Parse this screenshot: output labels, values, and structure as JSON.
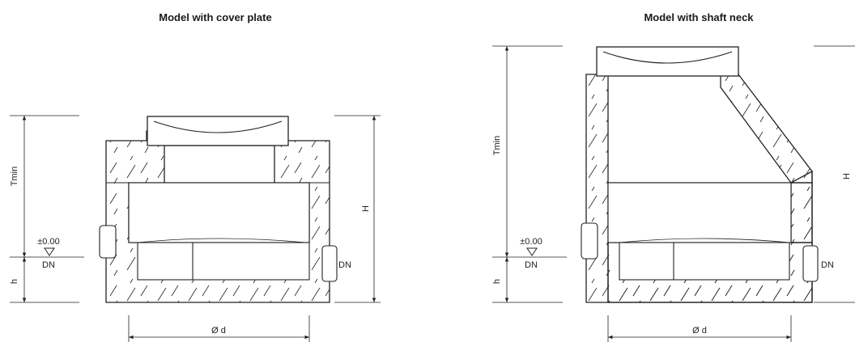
{
  "left": {
    "title": "Model with cover plate",
    "labels": {
      "tmin": "Tmin",
      "h_upper": "H",
      "h_lower": "h",
      "level": "±0.00",
      "dn_left": "DN",
      "dn_right": "DN",
      "diameter": "Ø d"
    }
  },
  "right": {
    "title": "Model with shaft neck",
    "labels": {
      "tmin": "Tmin",
      "h_upper": "H",
      "h_lower": "h",
      "level": "±0.00",
      "dn_left": "DN",
      "dn_right": "DN",
      "diameter": "Ø d"
    }
  },
  "colors": {
    "line": "#222222",
    "background": "#ffffff"
  }
}
